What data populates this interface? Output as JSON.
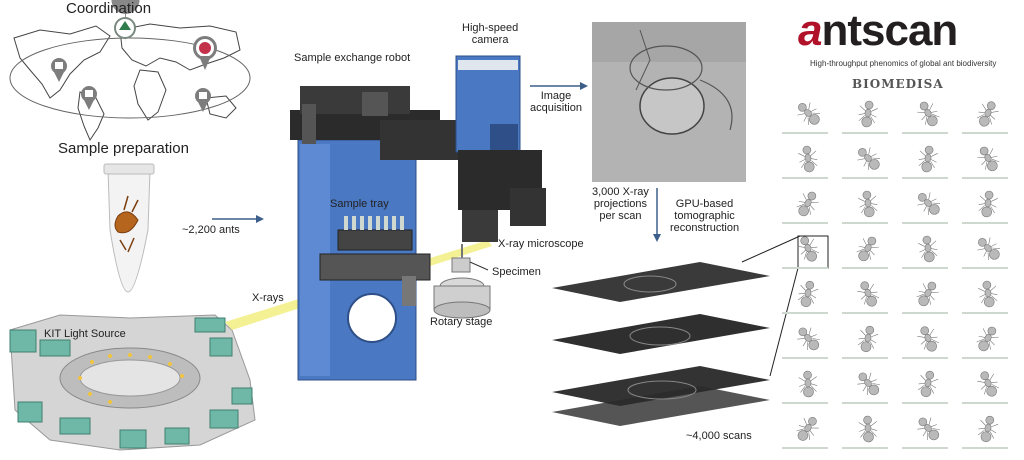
{
  "labels": {
    "coordination": "Coordination",
    "sample_preparation": "Sample preparation",
    "ants_count": "~2,200 ants",
    "kit_light_source": "KIT Light Source",
    "xrays": "X-rays",
    "sample_exchange_robot": "Sample exchange robot",
    "high_speed_camera": "High-speed\ncamera",
    "image_acquisition": "Image\nacquisition",
    "sample_tray": "Sample tray",
    "xray_microscope": "X-ray microscope",
    "specimen": "Specimen",
    "rotary_stage": "Rotary stage",
    "projections": "3,000 X-ray\nprojections\nper scan",
    "reconstruction": "GPU-based\ntomographic\nreconstruction",
    "scans_count": "~4,000 scans"
  },
  "brand": {
    "logo_a": "a",
    "logo_rest": "ntscan",
    "tagline": "High-throughput phenomics of global ant biodiversity",
    "partner": "BIOMEDISA"
  },
  "colors": {
    "robot_blue": "#4a78c2",
    "robot_dark": "#2b2b2b",
    "beam": "#f3ef8a",
    "building": "#6fb7a6",
    "logo_red": "#b0122a",
    "specimen_grid_rows": 8,
    "specimen_grid_cols": 4
  }
}
